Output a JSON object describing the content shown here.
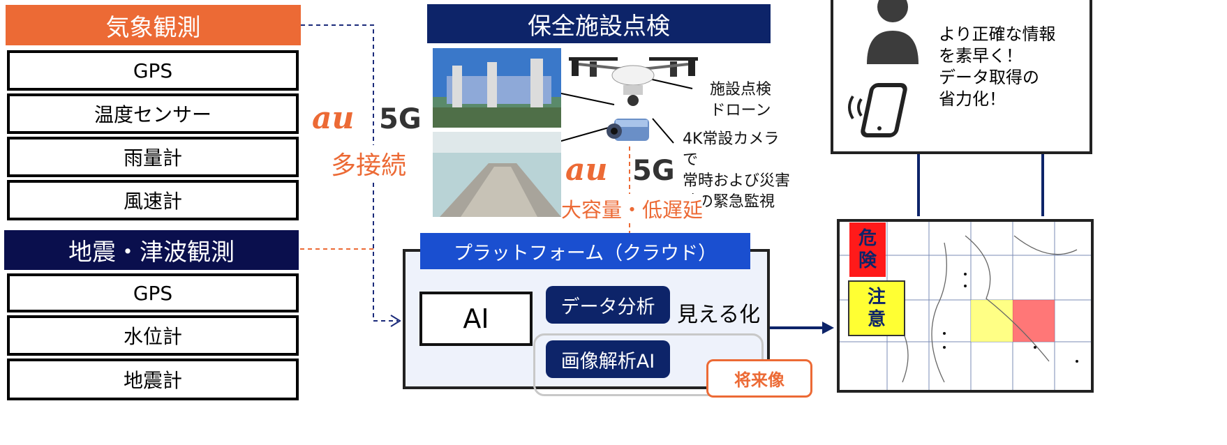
{
  "weather": {
    "title": "気象観測",
    "sensors": [
      "GPS",
      "温度センサー",
      "雨量計",
      "風速計"
    ]
  },
  "quake": {
    "title": "地震・津波観測",
    "sensors": [
      "GPS",
      "水位計",
      "地震計"
    ]
  },
  "au_left": {
    "au": "au",
    "fiveg": "5G",
    "label": "多接続"
  },
  "inspection": {
    "title": "保全施設点検",
    "drone_caption": "施設点検\nドローン",
    "camera_caption": "4K常設カメラで\n常時および災害\n時の緊急監視"
  },
  "au_center": {
    "au": "au",
    "fiveg": "5G",
    "label": "大容量・低遅延"
  },
  "platform": {
    "title": "プラットフォーム（クラウド）",
    "ai": "AI",
    "data_analysis": "データ分析",
    "visualize": "見える化",
    "image_ai": "画像解析AI",
    "future": "将来像"
  },
  "user_panel": {
    "message": "より正確な情報\nを素早く！\nデータ取得の\n省力化！"
  },
  "map": {
    "danger": "危\n険",
    "caution": "注\n意"
  },
  "colors": {
    "orange": "#ec6a35",
    "navy": "#0d2469",
    "dark_navy": "#0a0f4d",
    "platform_blue": "#1a4fd0",
    "danger": "#ff1a1a",
    "caution": "#ffff33"
  }
}
